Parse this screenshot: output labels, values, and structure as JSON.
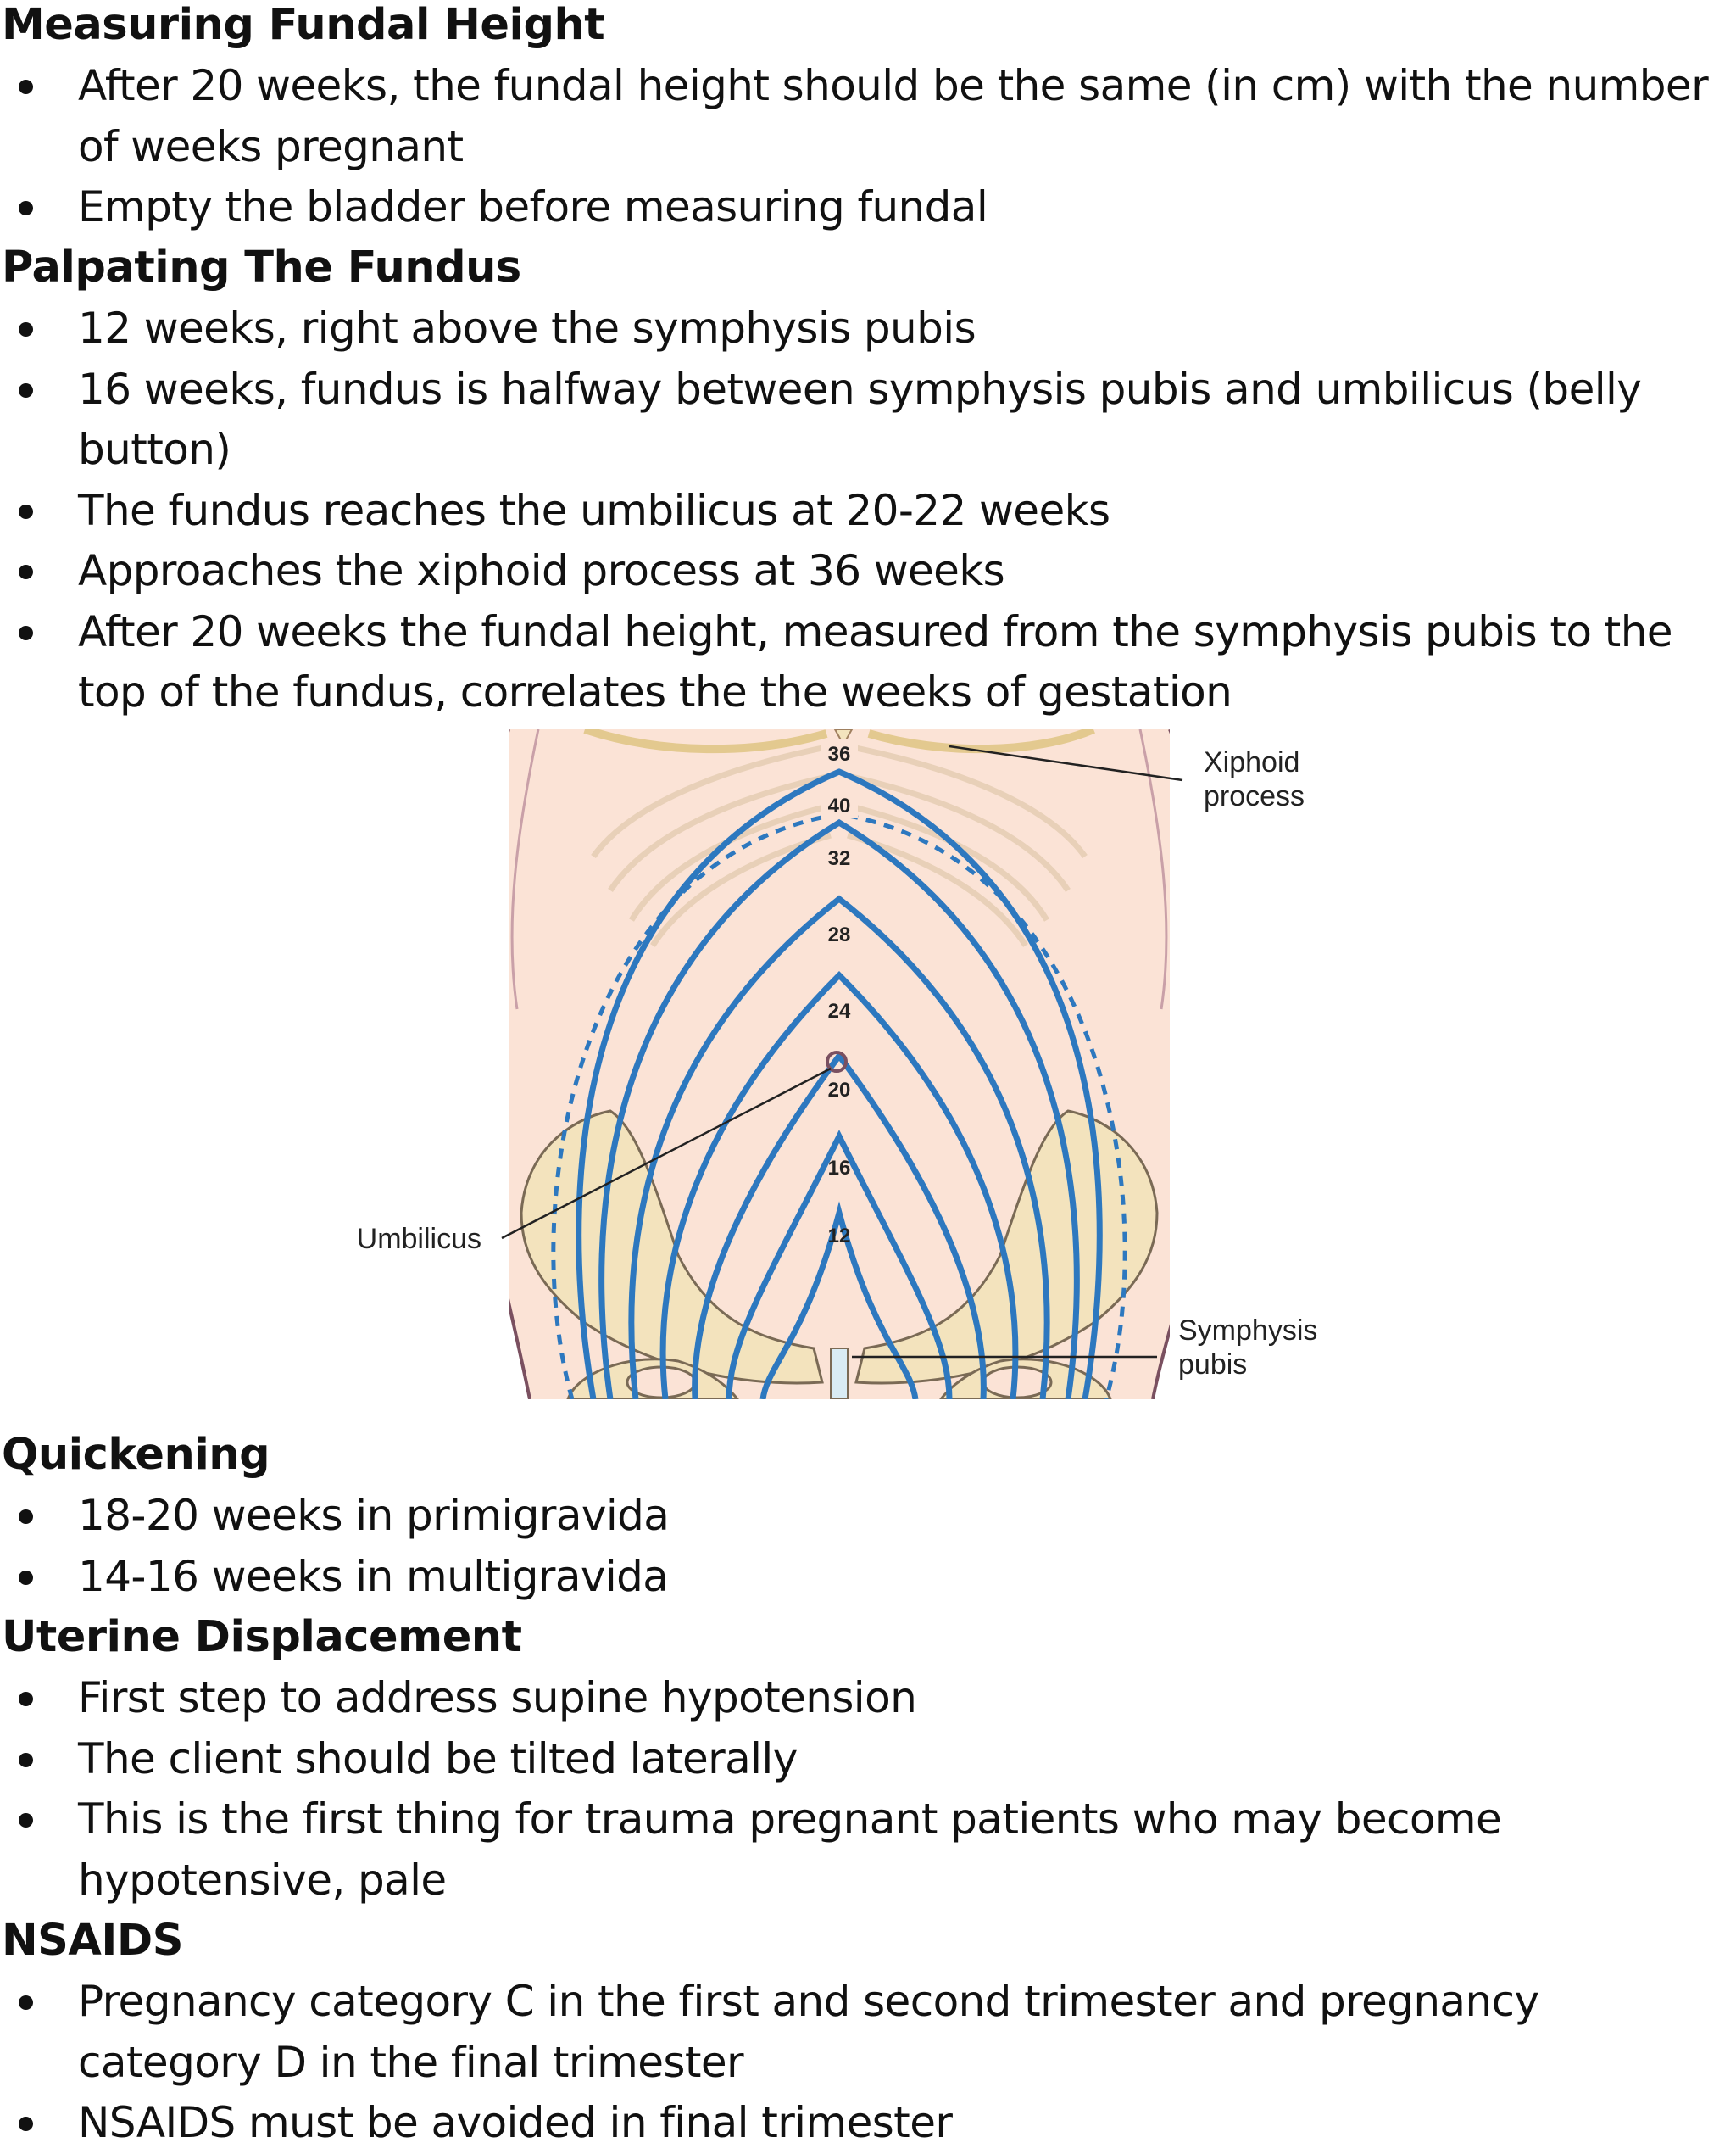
{
  "sections": [
    {
      "heading": "Measuring Fundal Height",
      "items": [
        "After 20 weeks, the fundal height should be the same (in cm) with the number of weeks pregnant",
        "Empty the bladder before measuring fundal"
      ]
    },
    {
      "heading": "Palpating The Fundus",
      "items": [
        "12 weeks, right above the symphysis pubis",
        "16 weeks, fundus is halfway between symphysis pubis and umbilicus (belly button)",
        "The fundus reaches the umbilicus at 20-22 weeks",
        "Approaches the xiphoid process at 36 weeks",
        "After 20 weeks the fundal height, measured from the symphysis pubis to the top of the fundus, correlates the the weeks of gestation"
      ]
    },
    {
      "heading": "Quickening",
      "items": [
        "18-20 weeks in primigravida",
        "14-16 weeks in multigravida"
      ]
    },
    {
      "heading": "Uterine Displacement",
      "items": [
        "First step to address supine hypotension",
        "The client should be tilted laterally",
        "This is the first thing for trauma pregnant patients who may become hypotensive, pale"
      ]
    },
    {
      "heading": "NSAIDS",
      "items": [
        "Pregnancy category C in the first and second trimester and pregnancy category D in the final trimester",
        "NSAIDS must be avoided in final trimester"
      ]
    }
  ],
  "figure": {
    "labels": {
      "xiphoid": [
        "Xiphoid",
        "process"
      ],
      "umbilicus": "Umbilicus",
      "symphysis": [
        "Symphysis",
        "pubis"
      ]
    },
    "weeks": [
      "36",
      "40",
      "32",
      "28",
      "24",
      "20",
      "16",
      "12"
    ],
    "colors": {
      "skin": "#fbe3d6",
      "outline": "#7a5060",
      "bone": "#f3e3bd",
      "fundus_line": "#2d78bf"
    }
  }
}
